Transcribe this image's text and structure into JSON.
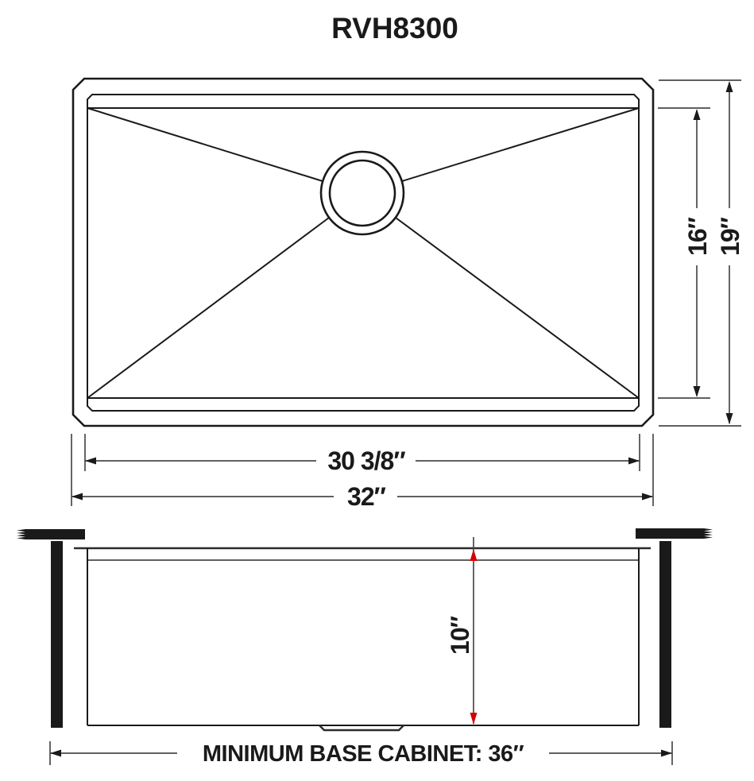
{
  "title": "RVH8300",
  "colors": {
    "ink": "#1a1a1a",
    "line": "#4a4a4a",
    "accent": "#d40000",
    "bg": "#ffffff"
  },
  "top_view": {
    "description": "sink plan view with drain and corner drain-grooves",
    "dims": {
      "inner_length": {
        "label": "30 3/8″",
        "value_in": 30.375
      },
      "overall_length": {
        "label": "32″",
        "value_in": 32
      },
      "inner_width": {
        "label": "16″",
        "value_in": 16
      },
      "overall_width": {
        "label": "19″",
        "value_in": 19
      }
    }
  },
  "side_view": {
    "description": "sink section view under countertop with base cabinet walls",
    "dims": {
      "bowl_depth": {
        "label": "10″",
        "value_in": 10
      },
      "base_cabinet": {
        "label": "MINIMUM BASE CABINET: 36″",
        "value_in": 36
      }
    }
  }
}
